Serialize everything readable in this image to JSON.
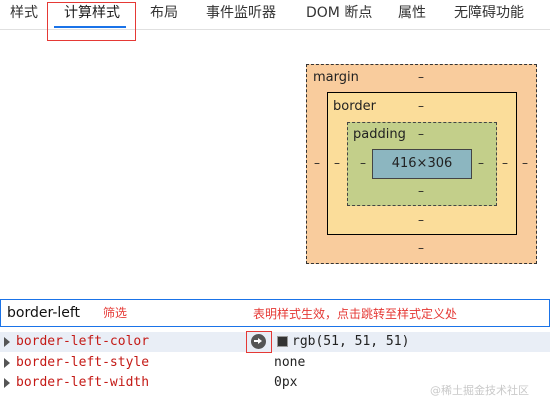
{
  "tabs": {
    "items": [
      {
        "label": "样式"
      },
      {
        "label": "计算样式"
      },
      {
        "label": "布局"
      },
      {
        "label": "事件监听器"
      },
      {
        "label": "DOM 断点"
      },
      {
        "label": "属性"
      },
      {
        "label": "无障碍功能"
      }
    ],
    "active": "计算样式"
  },
  "box_model": {
    "margin_label": "margin",
    "border_label": "border",
    "padding_label": "padding",
    "content_size": "416×306",
    "dash": "–"
  },
  "filter": {
    "value": "border-left",
    "annotation": "筛选"
  },
  "annotation_note": "表明样式生效，点击跳转至样式定义处",
  "properties": [
    {
      "name": "border-left-color",
      "value": "rgb(51, 51, 51)",
      "swatch_color": "#333333"
    },
    {
      "name": "border-left-style",
      "value": "none"
    },
    {
      "name": "border-left-width",
      "value": "0px"
    }
  ],
  "colors": {
    "margin": "#f9cc9d",
    "border": "#fbdd9a",
    "padding": "#c3cf8a",
    "content": "#8cb6c0",
    "annotation_red": "#e53935",
    "accent_blue": "#1a73e8"
  },
  "watermark": "@稀土掘金技术社区"
}
